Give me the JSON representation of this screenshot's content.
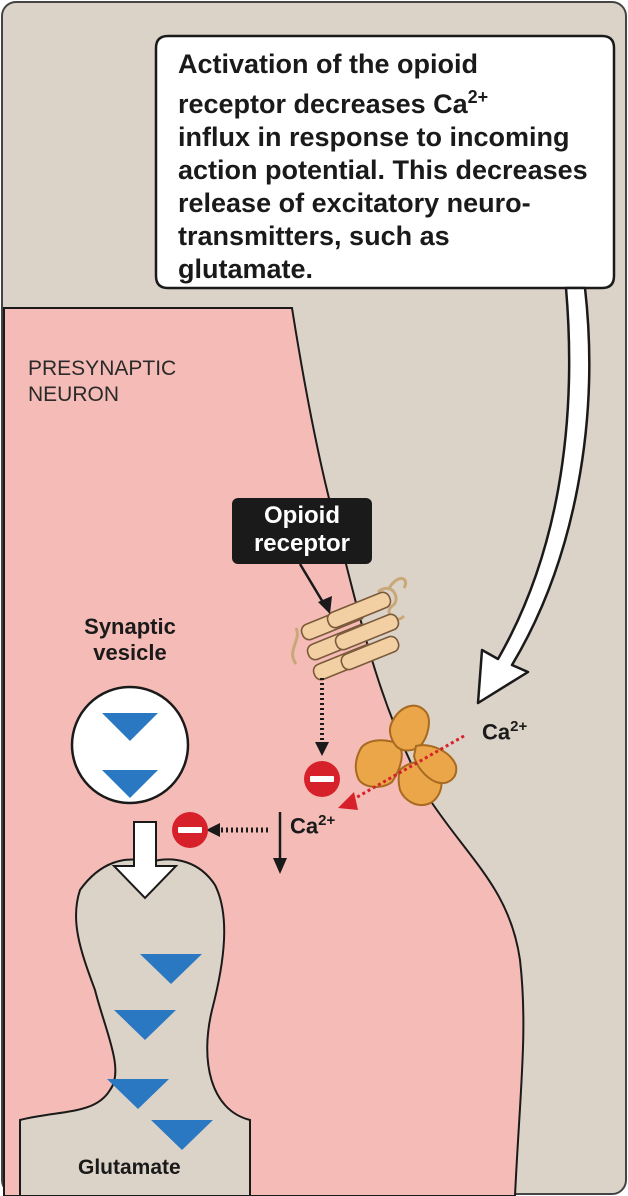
{
  "callout": {
    "lines": [
      "Activation of the opioid",
      "receptor decreases Ca",
      "influx in response to incoming",
      "action potential. This decreases",
      "release of excitatory neuro-",
      "transmitters, such as",
      "glutamate."
    ],
    "ca_superscript": "2+"
  },
  "labels": {
    "neuron_line1": "PRESYNAPTIC",
    "neuron_line2": "NEURON",
    "receptor_line1": "Opioid",
    "receptor_line2": "receptor",
    "vesicle_line1": "Synaptic",
    "vesicle_line2": "vesicle",
    "ca_outside": "Ca",
    "ca_inside": "Ca",
    "ca_superscript": "2+",
    "glutamate": "Glutamate"
  },
  "colors": {
    "background": "#dcd3c8",
    "neuron": "#f5bcb7",
    "glutamate_marker": "#2a78c2",
    "inhibit_red": "#d6202a",
    "channel_orange": "#eba64a",
    "receptor_tan": "#f3d0a4"
  }
}
